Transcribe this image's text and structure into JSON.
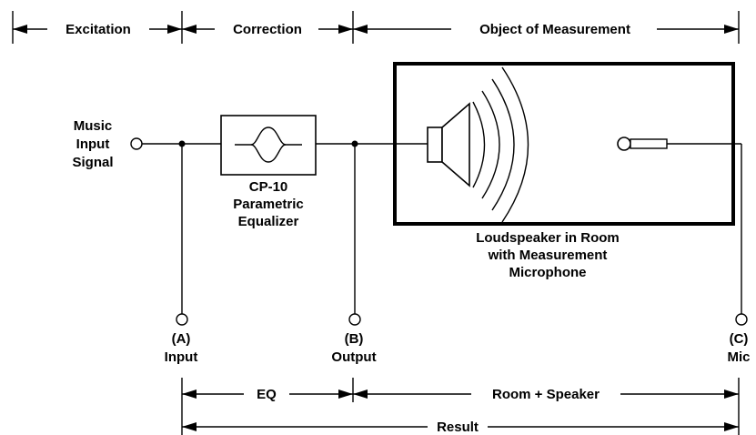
{
  "top_bar": {
    "excitation": "Excitation",
    "correction": "Correction",
    "object": "Object of Measurement"
  },
  "input_signal": {
    "line1": "Music",
    "line2": "Input",
    "line3": "Signal"
  },
  "equalizer": {
    "line1": "CP-10",
    "line2": "Parametric",
    "line3": "Equalizer"
  },
  "room_box": {
    "line1": "Loudspeaker in Room",
    "line2": "with Measurement",
    "line3": "Microphone"
  },
  "taps": {
    "a_letter": "(A)",
    "a_name": "Input",
    "b_letter": "(B)",
    "b_name": "Output",
    "c_letter": "(C)",
    "c_name": "Mic"
  },
  "bottom_bar": {
    "eq": "EQ",
    "room_speaker": "Room + Speaker",
    "result": "Result"
  }
}
